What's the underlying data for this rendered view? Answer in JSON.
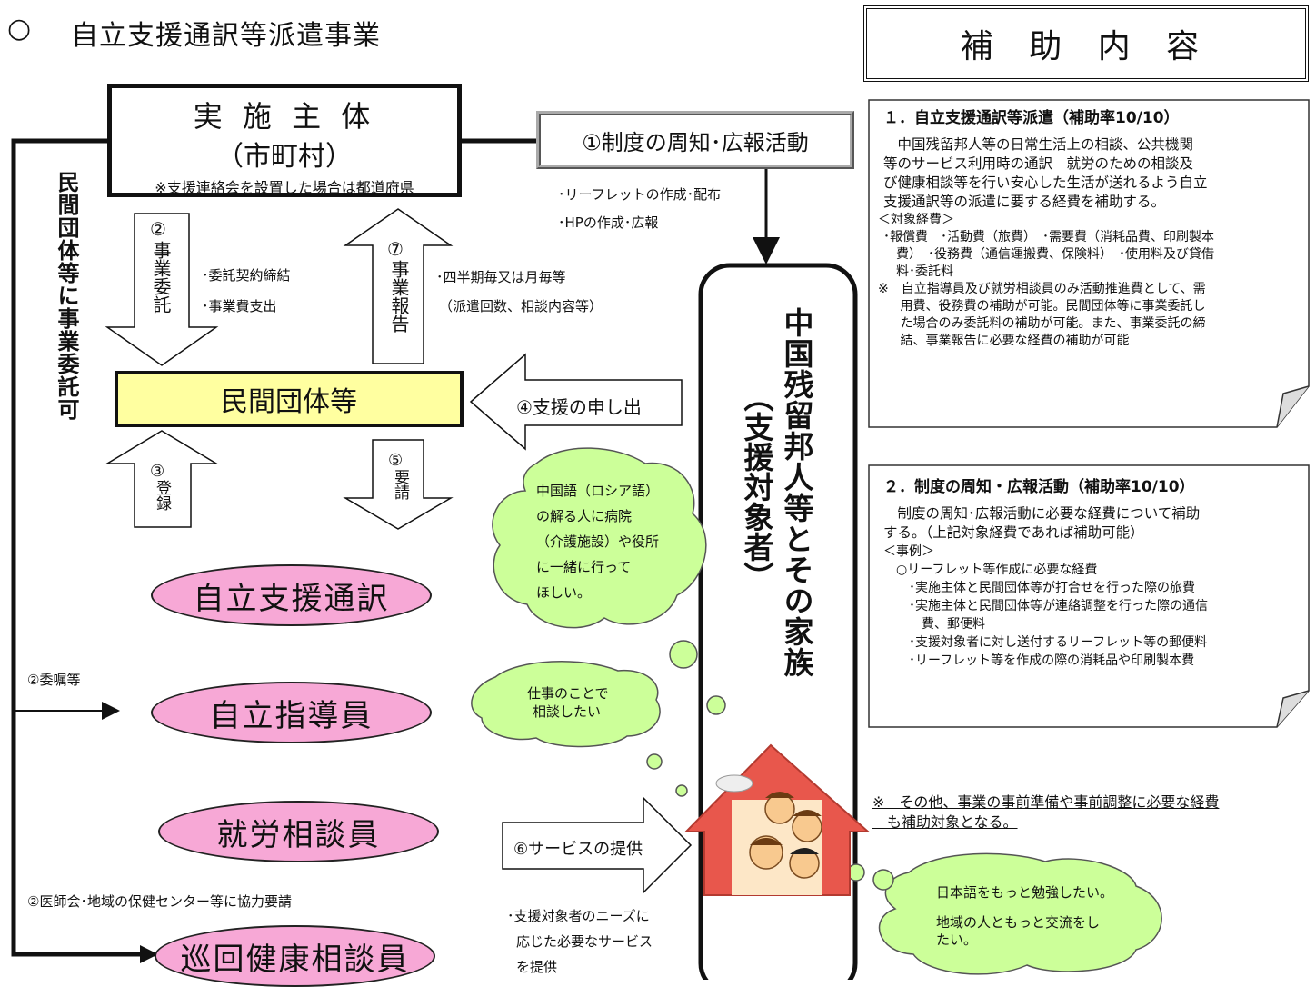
{
  "title": "自立支援通訳等派遣事業",
  "title_bullet": "○",
  "header_box": "補 助 内 容",
  "implementer": {
    "name": "実 施 主 体",
    "sub": "（市町村）",
    "note": "※支援連絡会を設置した場合は都道府県"
  },
  "side_label": "民間団体等に事業委託可",
  "publicity": {
    "label": "①制度の周知･広報活動",
    "items": [
      "･リーフレットの作成･配布",
      "･HPの作成･広報"
    ]
  },
  "arrow_commission": {
    "num": "②",
    "text": "事業委託",
    "items": [
      "･委託契約締結",
      "･事業費支出"
    ]
  },
  "arrow_report": {
    "num": "⑦",
    "text": "事業報告",
    "items": [
      "･四半期毎又は月毎等",
      "（派遣回数、相談内容等）"
    ]
  },
  "private_org": "民間団体等",
  "arrow_register": {
    "num": "③",
    "text": "登録"
  },
  "arrow_request": {
    "num": "⑤",
    "text": "要請"
  },
  "arrow_support_request": "④支援の申し出",
  "target": {
    "name": "中国残留邦人等とその家族",
    "sub": "（支援対象者）"
  },
  "roles": [
    "自立支援通訳",
    "自立指導員",
    "就労相談員",
    "巡回健康相談員"
  ],
  "label_commission2": "②委嘱等",
  "label_doctor": "②医師会･地域の保健センター等に協力要請",
  "arrow_service": "⑥サービスの提供",
  "service_note": [
    "･支援対象者のニーズに",
    "応じた必要なサービス",
    "を提供"
  ],
  "bubbles": {
    "b1": [
      "中国語（ロシア語）",
      "の解る人に病院",
      "（介護施設）や役所",
      "に一緒に行って",
      "ほしい。"
    ],
    "b2": [
      "仕事のことで",
      "相談したい"
    ],
    "b3": [
      "日本語をもっと勉強したい。",
      "",
      "地域の人ともっと交流をし",
      "たい。"
    ]
  },
  "panel1": {
    "heading": "１．自立支援通訳等派遣（補助率10/10）",
    "lines": [
      "　中国残留邦人等の日常生活上の相談、公共機関",
      "等のサービス利用時の通訳　就労のための相談及",
      "び健康相談等を行い安心した生活が送れるよう自立",
      "支援通訳等の派遣に要する経費を補助する。",
      "＜対象経費＞",
      "･報償費　･活動費（旅費）　･需要費（消耗品費、印刷製本",
      "　費）　･役務費（通信運搬費、保険料）　･使用料及び貸借",
      "　料･委託料",
      "※　自立指導員及び就労相談員のみ活動推進費として、需",
      "　 用費、役務費の補助が可能。民間団体等に事業委託し",
      "　 た場合のみ委託料の補助が可能。また、事業委託の締",
      "　 結、事業報告に必要な経費の補助が可能"
    ]
  },
  "panel2": {
    "heading": "２．制度の周知・広報活動（補助率10/10）",
    "lines": [
      "　制度の周知･広報活動に必要な経費について補助",
      "する。（上記対象経費であれば補助可能）",
      "＜事例＞",
      "　○リーフレット等作成に必要な経費",
      "　　･実施主体と民間団体等が打合せを行った際の旅費",
      "　　･実施主体と民間団体等が連絡調整を行った際の通信",
      "　　　費、郵便料",
      "　　･支援対象者に対し送付するリーフレット等の郵便料",
      "　　･リーフレット等を作成の際の消耗品や印刷製本費"
    ]
  },
  "other_note": [
    "※　その他、事業の事前準備や事前調整に必要な経費",
    "　も補助対象となる。"
  ],
  "colors": {
    "ellipse": "#f7a8d6",
    "org": "#ffffa0",
    "bubble": "#ccff99",
    "house": "#e8574c"
  }
}
